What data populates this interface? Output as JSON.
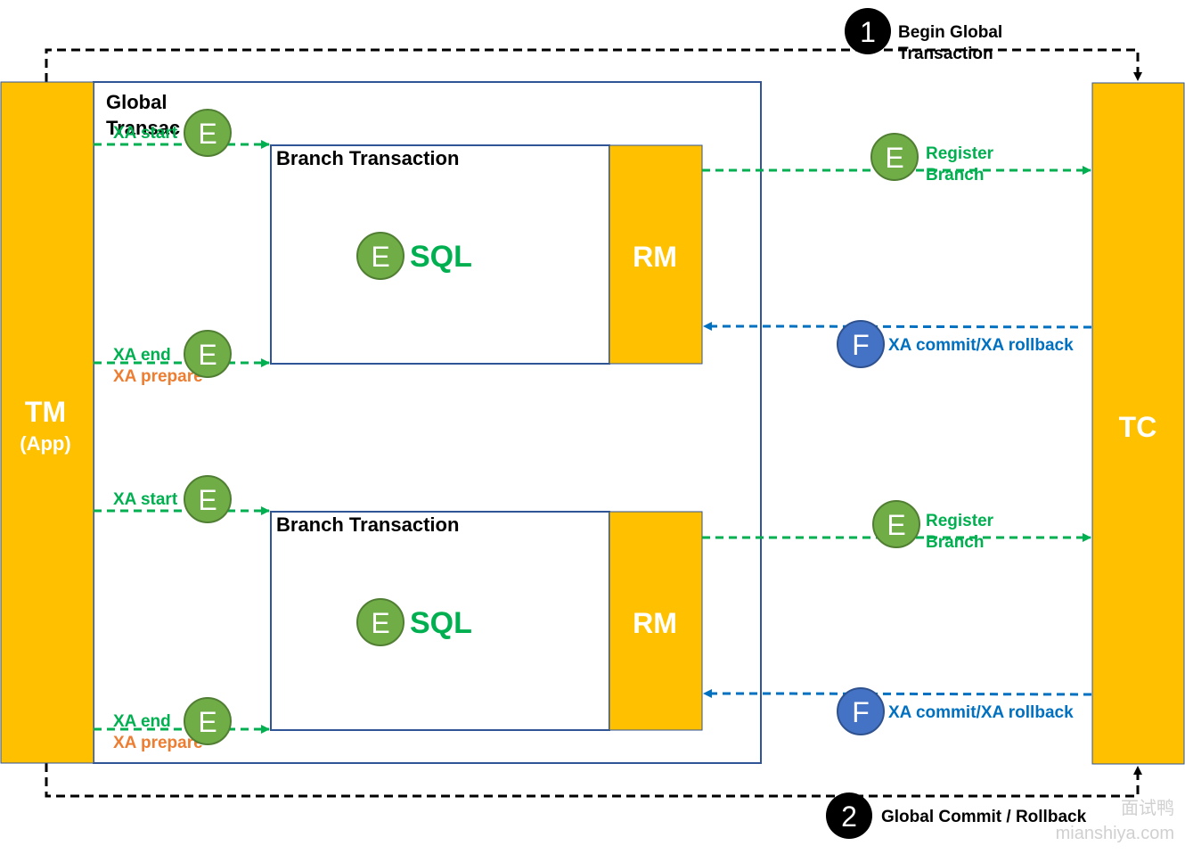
{
  "tm": {
    "title": "TM",
    "subtitle": "(App)"
  },
  "tc": {
    "title": "TC"
  },
  "global_tx": {
    "line1": "Global",
    "line2": "Transac"
  },
  "branches": [
    {
      "title": "Branch Transaction",
      "rm": "RM",
      "sql": "SQL",
      "sql_badge": "E",
      "start_label": "XA start",
      "start_badge": "E",
      "end_label": "XA end",
      "prepare_label": "XA prepare",
      "end_badge": "E",
      "register_label_1": "Register",
      "register_label_2": "Branch",
      "register_badge": "E",
      "commit_label": "XA commit/XA rollback",
      "commit_badge": "F"
    },
    {
      "title": "Branch Transaction",
      "rm": "RM",
      "sql": "SQL",
      "sql_badge": "E",
      "start_label": "XA start",
      "start_badge": "E",
      "end_label": "XA end",
      "prepare_label": "XA prepare",
      "end_badge": "E",
      "register_label_1": "Register",
      "register_label_2": "Branch",
      "register_badge": "E",
      "commit_label": "XA commit/XA rollback",
      "commit_badge": "F"
    }
  ],
  "steps": [
    {
      "num": "1",
      "label_1": "Begin Global",
      "label_2": "Transaction"
    },
    {
      "num": "2",
      "label_1": "Global Commit / Rollback"
    }
  ],
  "watermark": {
    "line1": "面试鸭",
    "line2": "mianshiya.com"
  },
  "colors": {
    "yellow": "#FFC000",
    "green": "#00B050",
    "blue": "#0070C0",
    "orange": "#ED7D31",
    "badge_green": "#70AD47",
    "badge_blue": "#4472C4",
    "border": "#2F5597"
  }
}
